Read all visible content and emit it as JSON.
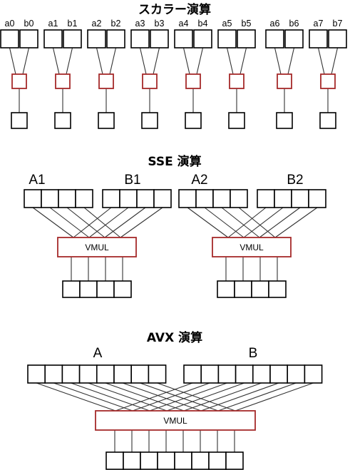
{
  "scalar": {
    "title": "スカラー演算",
    "labels": [
      "a0",
      "b0",
      "a1",
      "b1",
      "a2",
      "b2",
      "a3",
      "b3",
      "a4",
      "b4",
      "a5",
      "b5",
      "a6",
      "b6",
      "a7",
      "b7"
    ]
  },
  "sse": {
    "title": "SSE 演算",
    "operand_labels": [
      "A1",
      "B1",
      "A2",
      "B2"
    ],
    "unit_label": "VMUL"
  },
  "avx": {
    "title": "AVX 演算",
    "operand_labels": [
      "A",
      "B"
    ],
    "unit_label": "VMUL"
  },
  "colors": {
    "unit_border": "#a52a2a",
    "box_border": "#000000",
    "wire": "#333333"
  }
}
